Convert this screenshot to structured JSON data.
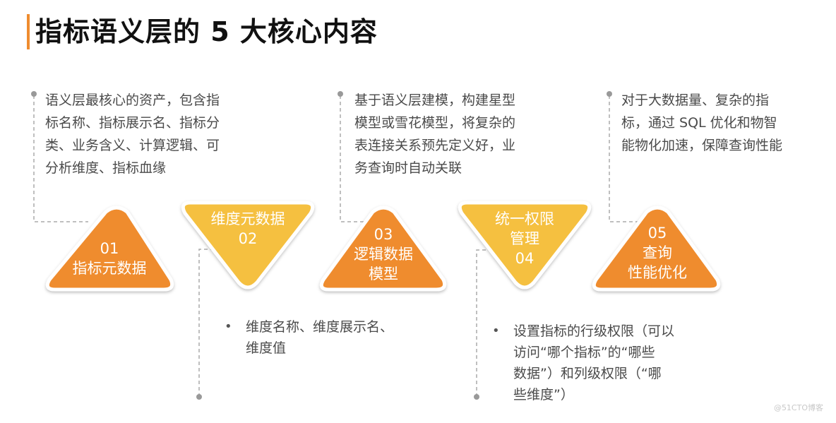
{
  "title": "指标语义层的 5 大核心内容",
  "accent_colors": {
    "orange": "#ef8c2f",
    "yellow": "#f5c040",
    "title_bar": "#ef8c2f",
    "connector": "#aaaaaa"
  },
  "items": [
    {
      "number": "01",
      "label": "01\n指标元数据",
      "shape": "triangle-up",
      "color": "#ef8c2f",
      "description": "语义层最核心的资产，包含指\n标名称、指标展示名、指标分\n类、业务含义、计算逻辑、可\n分析维度、指标血缘"
    },
    {
      "number": "02",
      "label": "维度元数据\n02",
      "shape": "triangle-down",
      "color": "#f5c040",
      "description": "维度名称、维度展示名、\n维度值"
    },
    {
      "number": "03",
      "label": "03\n逻辑数据\n模型",
      "shape": "triangle-up",
      "color": "#ef8c2f",
      "description": "基于语义层建模，构建星型\n模型或雪花模型，将复杂的\n表连接关系预先定义好，业\n务查询时自动关联"
    },
    {
      "number": "04",
      "label": "统一权限\n管理\n04",
      "shape": "triangle-down",
      "color": "#f5c040",
      "description": "设置指标的行级权限（可以\n访问“哪个指标”的“哪些\n数据”）和列级权限（“哪\n些维度”）"
    },
    {
      "number": "05",
      "label": "05\n查询\n性能优化",
      "shape": "triangle-up",
      "color": "#ef8c2f",
      "description": "对于大数据量、复杂的指\n标，通过 SQL 优化和物智\n能物化加速，保障查询性能"
    }
  ],
  "bullet_symbol": "•",
  "watermark": "@51CTO博客"
}
